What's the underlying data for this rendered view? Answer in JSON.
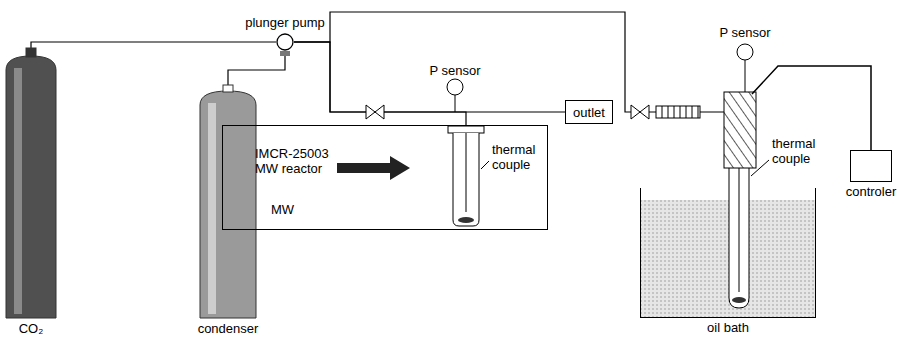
{
  "diagram": {
    "nodes": [
      {
        "text": [
          "CO₂"
        ]
      },
      {
        "text": [
          "plunger pump"
        ]
      },
      {
        "text": [
          "condenser"
        ]
      },
      {
        "text": [
          "outlet"
        ]
      },
      {
        "text": [
          "IMCR-25003 MW reactor",
          "MW"
        ]
      },
      {
        "text": [
          "oil bath"
        ]
      },
      {
        "text": [
          "controler"
        ]
      }
    ],
    "edges": [
      {
        "from": 0,
        "to": 1,
        "arrow": "none"
      },
      {
        "from": 2,
        "to": 1,
        "arrow": "none"
      },
      {
        "from": 1,
        "to": 3,
        "arrow": "none"
      },
      {
        "from": 1,
        "to": 4,
        "arrow": "none"
      },
      {
        "from": 1,
        "to": 5,
        "arrow": "none"
      }
    ],
    "labels": [
      "P sensor",
      "thermal couple",
      "P sensor",
      "thermal couple"
    ]
  }
}
